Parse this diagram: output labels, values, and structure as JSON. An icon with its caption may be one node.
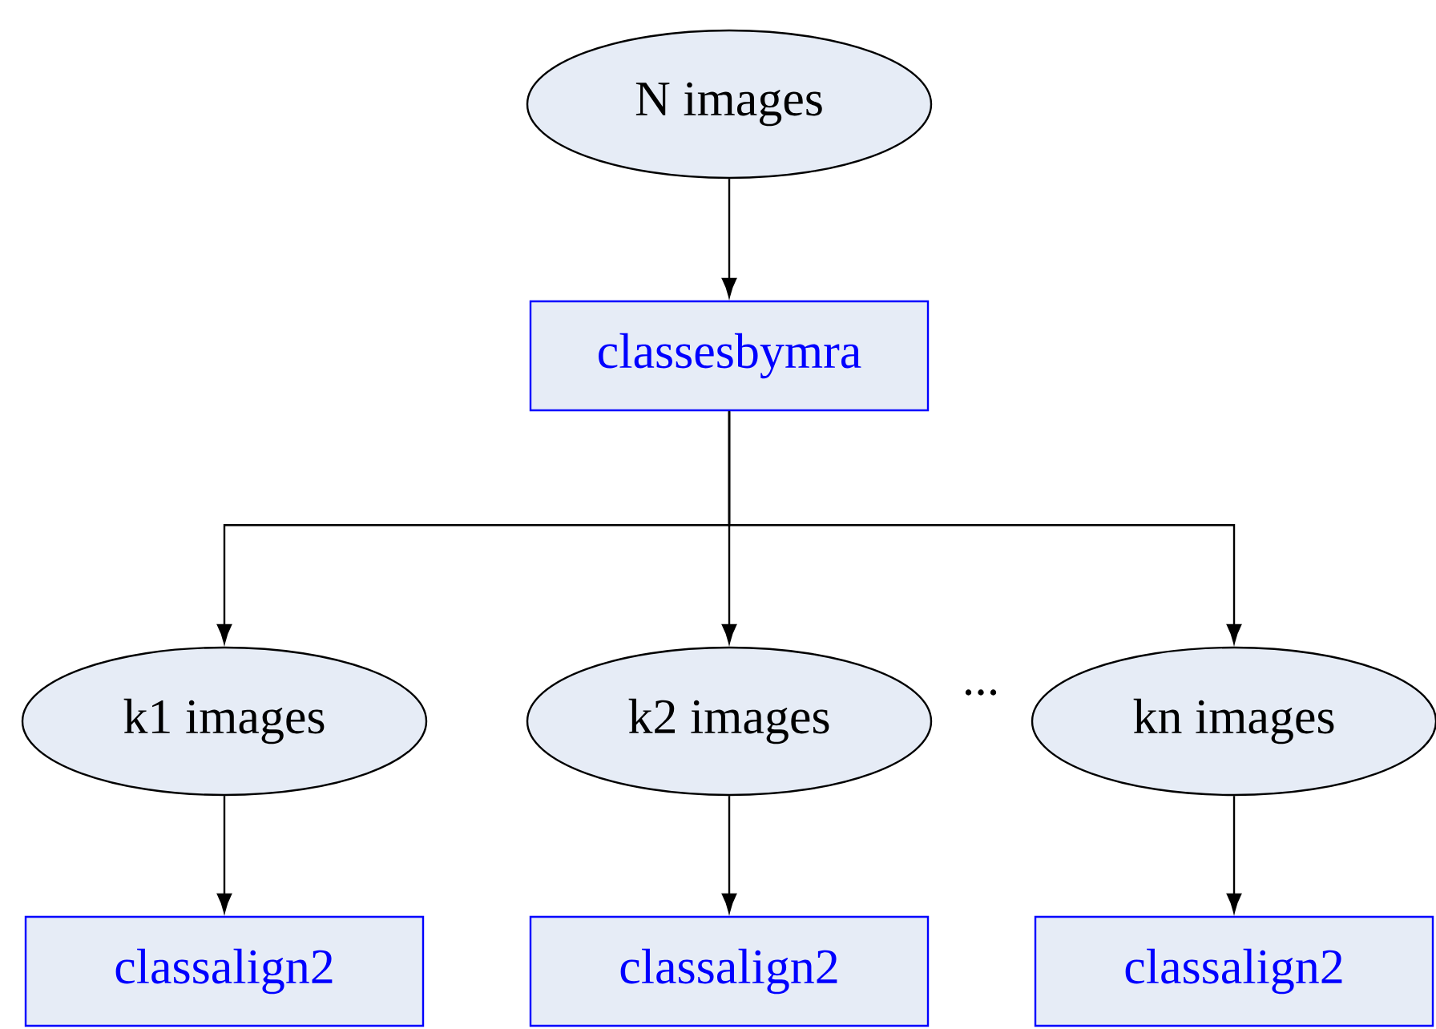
{
  "diagram": {
    "nodes": [
      {
        "text": [
          "N images"
        ]
      },
      {
        "text": [
          "classesbymra"
        ]
      },
      {
        "text": [
          "k1 images"
        ]
      },
      {
        "text": [
          "k2 images"
        ]
      },
      {
        "text": [
          "kn images"
        ]
      },
      {
        "text": [
          "classalign2"
        ]
      },
      {
        "text": [
          "classalign2"
        ]
      },
      {
        "text": [
          "classalign2"
        ]
      }
    ],
    "edges": [
      {
        "from": 0,
        "to": 1,
        "arrow": "to"
      },
      {
        "from": 1,
        "to": 2,
        "arrow": "to"
      },
      {
        "from": 1,
        "to": 3,
        "arrow": "to"
      },
      {
        "from": 1,
        "to": 4,
        "arrow": "to"
      },
      {
        "from": 2,
        "to": 5,
        "arrow": "to"
      },
      {
        "from": 3,
        "to": 6,
        "arrow": "to"
      },
      {
        "from": 4,
        "to": 7,
        "arrow": "to"
      }
    ],
    "labels": [
      "..."
    ]
  }
}
